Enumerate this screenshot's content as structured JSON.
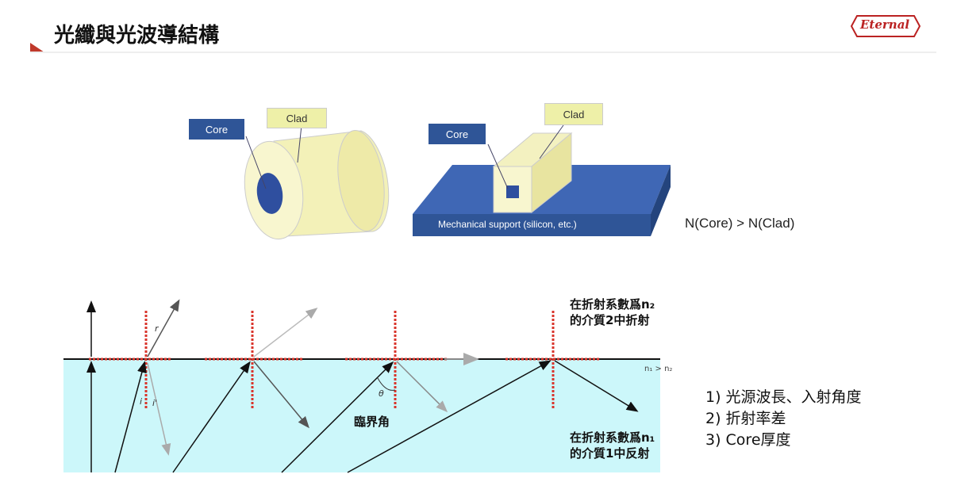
{
  "slide": {
    "title": "光纖與光波導結構",
    "logo_text": "Eternal"
  },
  "fiber_diagram": {
    "core_label": "Core",
    "clad_label": "Clad"
  },
  "waveguide_diagram": {
    "core_label": "Core",
    "clad_label": "Clad",
    "support_label": "Mechanical support (silicon, etc.)"
  },
  "condition": "N(Core) > N(Clad)",
  "refraction_diagram": {
    "medium2_text_line1": "在折射系數爲n₂",
    "medium2_text_line2": "的介質2中折射",
    "medium1_text_line1": "在折射系數爲n₁",
    "medium1_text_line2": "的介質1中反射",
    "critical_angle_label": "臨界角",
    "index_relation": "n₁ > n₂",
    "theta_symbol": "θ",
    "angle_r": "r",
    "angle_i": "i",
    "angle_i2": "i'",
    "colors": {
      "medium1": "#ccf7fa",
      "normal": "#d9342b"
    }
  },
  "factors": [
    "1)  光源波長、入射角度",
    "2)  折射率差",
    "3)  Core厚度"
  ]
}
